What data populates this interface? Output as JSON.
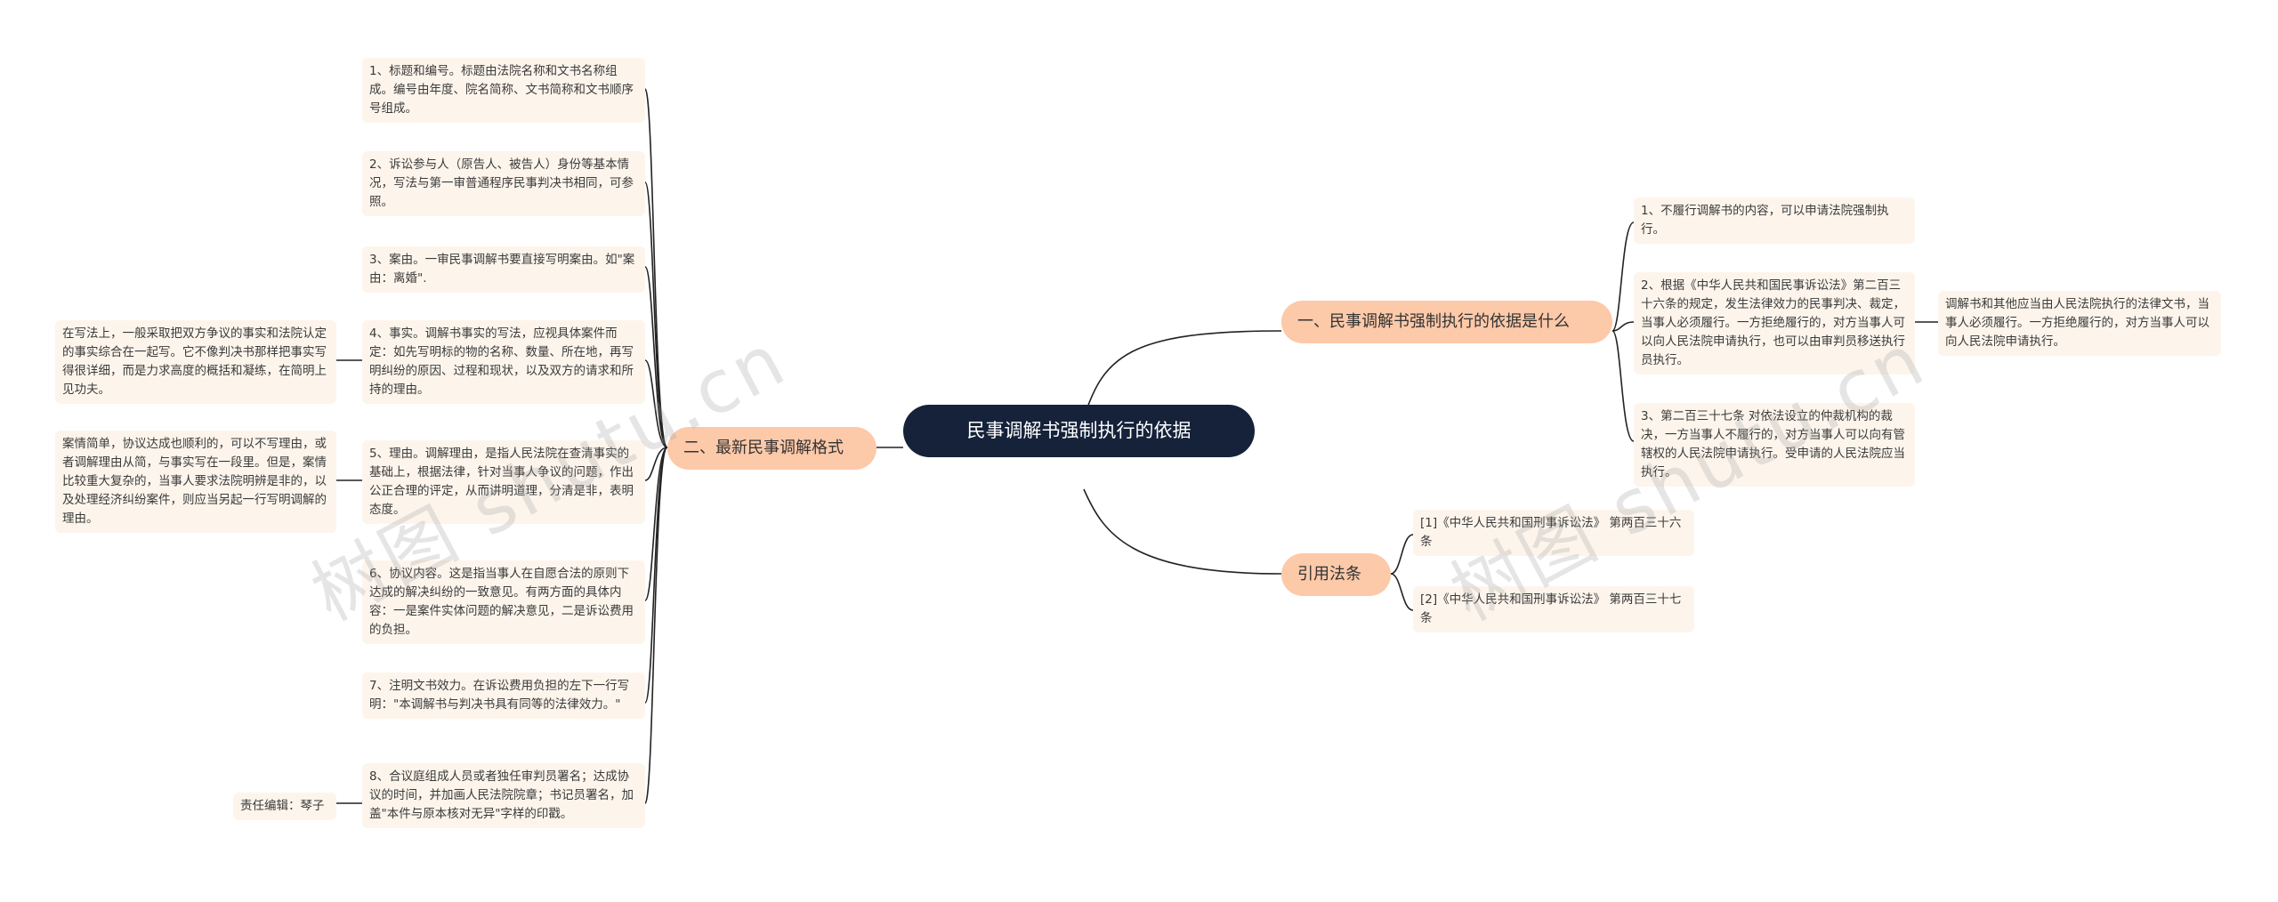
{
  "root": {
    "title": "民事调解书强制执行的依据"
  },
  "branches": {
    "basis": {
      "label": "一、民事调解书强制执行的依据是什么",
      "items": [
        "1、不履行调解书的内容，可以申请法院强制执行。",
        "2、根据《中华人民共和国民事诉讼法》第二百三十六条的规定，发生法律效力的民事判决、裁定，当事人必须履行。一方拒绝履行的，对方当事人可以向人民法院申请执行，也可以由审判员移送执行员执行。",
        "3、第二百三十七条 对依法设立的仲裁机构的裁决，一方当事人不履行的，对方当事人可以向有管辖权的人民法院申请执行。受申请的人民法院应当执行。"
      ],
      "item2_note": "调解书和其他应当由人民法院执行的法律文书，当事人必须履行。一方拒绝履行的，对方当事人可以向人民法院申请执行。"
    },
    "citations": {
      "label": "引用法条",
      "items": [
        "[1]《中华人民共和国刑事诉讼法》 第两百三十六条",
        "[2]《中华人民共和国刑事诉讼法》 第两百三十七条"
      ]
    },
    "format": {
      "label": "二、最新民事调解格式",
      "items": [
        "1、标题和编号。标题由法院名称和文书名称组成。编号由年度、院名简称、文书简称和文书顺序号组成。",
        "2、诉讼参与人（原告人、被告人）身份等基本情况，写法与第一审普通程序民事判决书相同，可参照。",
        "3、案由。一审民事调解书要直接写明案由。如\"案由：离婚\".",
        "4、事实。调解书事实的写法，应视具体案件而定：如先写明标的物的名称、数量、所在地，再写明纠纷的原因、过程和现状，以及双方的请求和所持的理由。",
        "5、理由。调解理由，是指人民法院在查清事实的基础上，根据法律，针对当事人争议的问题，作出公正合理的评定，从而讲明道理，分清是非，表明态度。",
        "6、协议内容。这是指当事人在自愿合法的原则下达成的解决纠纷的一致意见。有两方面的具体内容：一是案件实体问题的解决意见，二是诉讼费用的负担。",
        "7、注明文书效力。在诉讼费用负担的左下一行写明：\"本调解书与判决书具有同等的法律效力。\"",
        "8、合议庭组成人员或者独任审判员署名；达成协议的时间，并加画人民法院院章；书记员署名，加盖\"本件与原本核对无异\"字样的印戳。"
      ],
      "item4_note": "在写法上，一般采取把双方争议的事实和法院认定的事实综合在一起写。它不像判决书那样把事实写得很详细，而是力求高度的概括和凝练，在简明上见功夫。",
      "item5_note": "案情简单，协议达成也顺利的，可以不写理由，或者调解理由从简，与事实写在一段里。但是，案情比较重大复杂的，当事人要求法院明辨是非的，以及处理经济纠纷案件，则应当另起一行写明调解的理由。",
      "item8_note": "责任编辑：琴子"
    }
  },
  "watermarks": [
    "树图 shutu.cn",
    "树图 shutu.cn"
  ],
  "colors": {
    "root_bg": "#15223a",
    "branch_bg": "#fcc9a9",
    "leaf_bg": "#fdf5ec",
    "line": "#222222"
  }
}
